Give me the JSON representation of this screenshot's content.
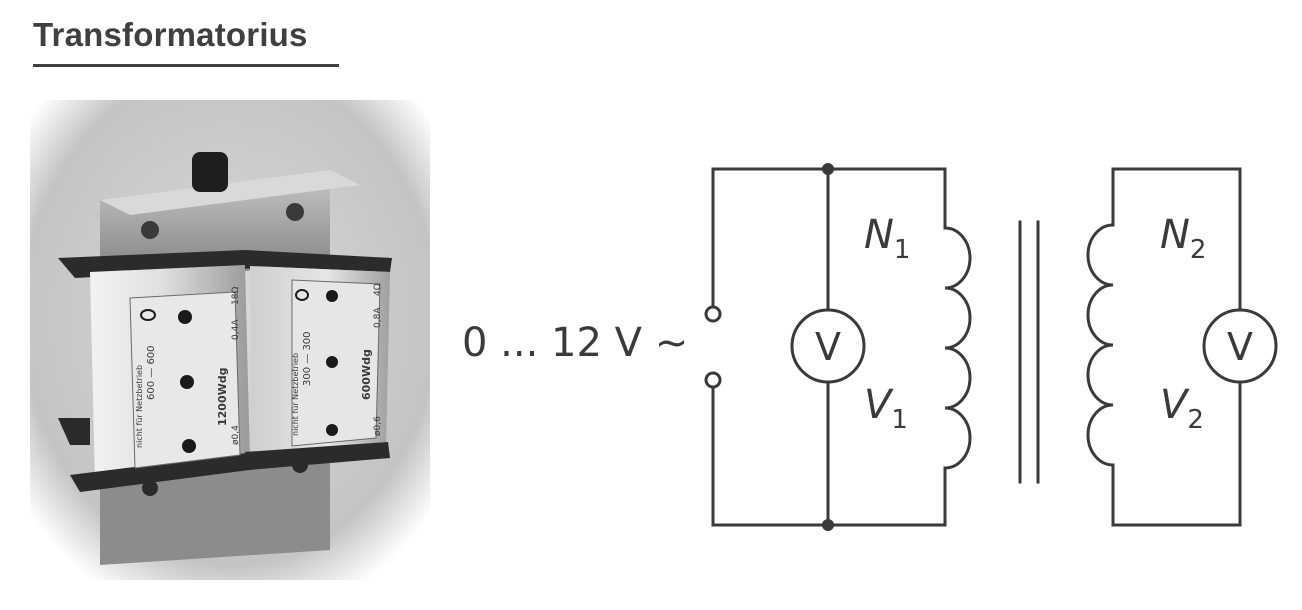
{
  "title": "Transformatorius",
  "photo": {
    "coil_left_text": "nicht für Netzbetrieb",
    "coil_left_taps": [
      "600",
      "600"
    ],
    "coil_left_turns": "1200Wdg",
    "coil_left_current": "0,4A",
    "coil_left_resistance": "18Ω",
    "coil_left_wire": "ø0,4",
    "coil_right_text": "nicht für Netzbetrieb",
    "coil_right_taps": [
      "300",
      "300"
    ],
    "coil_right_turns": "600Wdg",
    "coil_right_current": "0,8A",
    "coil_right_resistance": "4Ω",
    "coil_right_wire": "ø0,6"
  },
  "diagram": {
    "source_label": "0 ... 12 V ~",
    "primary_turns_symbol": "N",
    "primary_turns_sub": "1",
    "secondary_turns_symbol": "N",
    "secondary_turns_sub": "2",
    "primary_voltage_symbol": "V",
    "primary_voltage_sub": "1",
    "secondary_voltage_symbol": "V",
    "secondary_voltage_sub": "2",
    "voltmeter_left_label": "V",
    "voltmeter_right_label": "V"
  }
}
